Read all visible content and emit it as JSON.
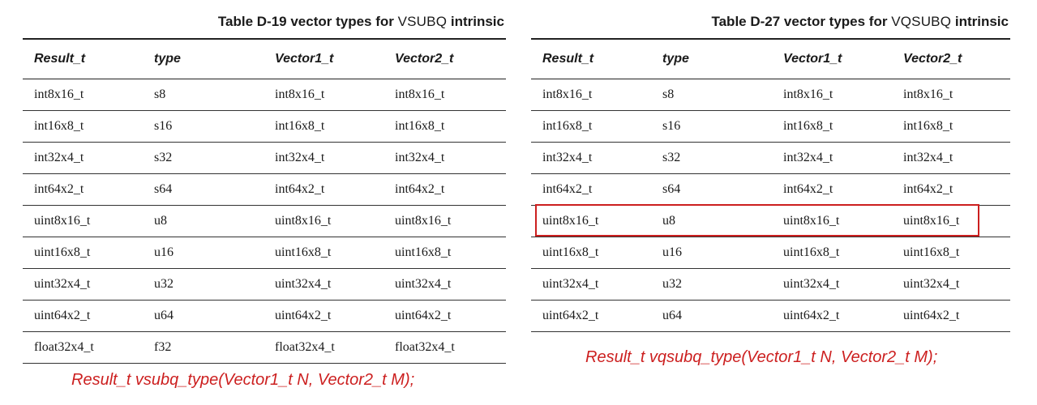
{
  "left_table": {
    "caption_prefix": "Table D-19 vector types for ",
    "caption_code": "VSUBQ",
    "caption_suffix": " intrinsic",
    "headers": [
      "Result_t",
      "type",
      "Vector1_t",
      "Vector2_t"
    ],
    "rows": [
      [
        "int8x16_t",
        "s8",
        "int8x16_t",
        "int8x16_t"
      ],
      [
        "int16x8_t",
        "s16",
        "int16x8_t",
        "int16x8_t"
      ],
      [
        "int32x4_t",
        "s32",
        "int32x4_t",
        "int32x4_t"
      ],
      [
        "int64x2_t",
        "s64",
        "int64x2_t",
        "int64x2_t"
      ],
      [
        "uint8x16_t",
        "u8",
        "uint8x16_t",
        "uint8x16_t"
      ],
      [
        "uint16x8_t",
        "u16",
        "uint16x8_t",
        "uint16x8_t"
      ],
      [
        "uint32x4_t",
        "u32",
        "uint32x4_t",
        "uint32x4_t"
      ],
      [
        "uint64x2_t",
        "u64",
        "uint64x2_t",
        "uint64x2_t"
      ],
      [
        "float32x4_t",
        "f32",
        "float32x4_t",
        "float32x4_t"
      ]
    ],
    "signature": "Result_t vsubq_type(Vector1_t N, Vector2_t M);"
  },
  "right_table": {
    "caption_prefix": "Table D-27 vector types for ",
    "caption_code": "VQSUBQ",
    "caption_suffix": " intrinsic",
    "headers": [
      "Result_t",
      "type",
      "Vector1_t",
      "Vector2_t"
    ],
    "rows": [
      [
        "int8x16_t",
        "s8",
        "int8x16_t",
        "int8x16_t"
      ],
      [
        "int16x8_t",
        "s16",
        "int16x8_t",
        "int16x8_t"
      ],
      [
        "int32x4_t",
        "s32",
        "int32x4_t",
        "int32x4_t"
      ],
      [
        "int64x2_t",
        "s64",
        "int64x2_t",
        "int64x2_t"
      ],
      [
        "uint8x16_t",
        "u8",
        "uint8x16_t",
        "uint8x16_t"
      ],
      [
        "uint16x8_t",
        "u16",
        "uint16x8_t",
        "uint16x8_t"
      ],
      [
        "uint32x4_t",
        "u32",
        "uint32x4_t",
        "uint32x4_t"
      ],
      [
        "uint64x2_t",
        "u64",
        "uint64x2_t",
        "uint64x2_t"
      ]
    ],
    "highlighted_row": 4,
    "signature": "Result_t vqsubq_type(Vector1_t N, Vector2_t M);"
  },
  "colors": {
    "annotation": "#cc1f1f",
    "text": "#1a1a1a",
    "rule": "#222222"
  }
}
